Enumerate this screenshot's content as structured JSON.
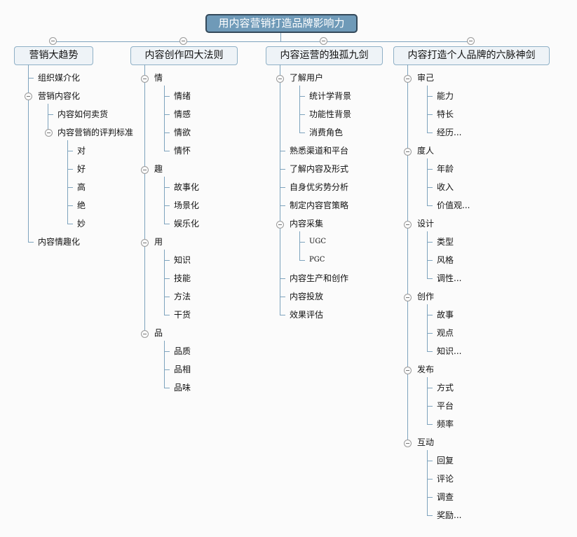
{
  "root": {
    "label": "用内容营销打造品牌影响力"
  },
  "colors": {
    "root_fill": "#6f9ab8",
    "root_border": "#34495a",
    "branch_fill": "#eef3f7",
    "branch_border": "#8fb0c6",
    "connector": "#7ea3bd",
    "background": "#fbfbfb"
  },
  "branches": [
    {
      "label": "营销大趋势",
      "children": [
        {
          "label": "组织媒介化"
        },
        {
          "label": "营销内容化",
          "children": [
            {
              "label": "内容如何卖货"
            },
            {
              "label": "内容营销的评判标准",
              "children": [
                {
                  "label": "对"
                },
                {
                  "label": "好"
                },
                {
                  "label": "高"
                },
                {
                  "label": "绝"
                },
                {
                  "label": "妙"
                }
              ]
            }
          ]
        },
        {
          "label": "内容情趣化"
        }
      ]
    },
    {
      "label": "内容创作四大法则",
      "children": [
        {
          "label": "情",
          "children": [
            {
              "label": "情绪"
            },
            {
              "label": "情感"
            },
            {
              "label": "情欲"
            },
            {
              "label": "情怀"
            }
          ]
        },
        {
          "label": "趣",
          "children": [
            {
              "label": "故事化"
            },
            {
              "label": "场景化"
            },
            {
              "label": "娱乐化"
            }
          ]
        },
        {
          "label": "用",
          "children": [
            {
              "label": "知识"
            },
            {
              "label": "技能"
            },
            {
              "label": "方法"
            },
            {
              "label": "干货"
            }
          ]
        },
        {
          "label": "品",
          "children": [
            {
              "label": "品质"
            },
            {
              "label": "品相"
            },
            {
              "label": "品味"
            }
          ]
        }
      ]
    },
    {
      "label": "内容运营的独孤九剑",
      "children": [
        {
          "label": "了解用户",
          "children": [
            {
              "label": "统计学背景"
            },
            {
              "label": "功能性背景"
            },
            {
              "label": "消费角色"
            }
          ]
        },
        {
          "label": "熟悉渠道和平台"
        },
        {
          "label": "了解内容及形式"
        },
        {
          "label": "自身优劣势分析"
        },
        {
          "label": "制定内容官策略"
        },
        {
          "label": "内容采集",
          "children": [
            {
              "label": "UGC"
            },
            {
              "label": "PGC"
            }
          ]
        },
        {
          "label": "内容生产和创作"
        },
        {
          "label": "内容投放"
        },
        {
          "label": "效果评估"
        }
      ]
    },
    {
      "label": "内容打造个人品牌的六脉神剑",
      "children": [
        {
          "label": "审己",
          "children": [
            {
              "label": "能力"
            },
            {
              "label": "特长"
            },
            {
              "label": "经历..."
            }
          ]
        },
        {
          "label": "度人",
          "children": [
            {
              "label": "年龄"
            },
            {
              "label": "收入"
            },
            {
              "label": "价值观..."
            }
          ]
        },
        {
          "label": "设计",
          "children": [
            {
              "label": "类型"
            },
            {
              "label": "风格"
            },
            {
              "label": "调性..."
            }
          ]
        },
        {
          "label": "创作",
          "children": [
            {
              "label": "故事"
            },
            {
              "label": "观点"
            },
            {
              "label": "知识..."
            }
          ]
        },
        {
          "label": "发布",
          "children": [
            {
              "label": "方式"
            },
            {
              "label": "平台"
            },
            {
              "label": "频率"
            }
          ]
        },
        {
          "label": "互动",
          "children": [
            {
              "label": "回复"
            },
            {
              "label": "评论"
            },
            {
              "label": "调查"
            },
            {
              "label": "奖励..."
            }
          ]
        }
      ]
    }
  ]
}
